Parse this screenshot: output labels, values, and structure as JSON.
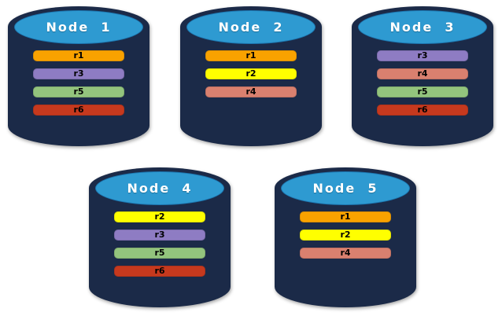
{
  "colors": {
    "background": "#ffffff",
    "cylinder_body": "#1B2A48",
    "cylinder_top": "#2E9AD1",
    "cylinder_top_outline": "#1C76B0",
    "node_label_text": "#FFFFFF",
    "replica_label_text": "#000000",
    "replica_fills": {
      "r1": "#F9A200",
      "r2": "#FFFF00",
      "r3": "#8E7CC3",
      "r4": "#D9806F",
      "r5": "#93C47D",
      "r6": "#C6391E"
    }
  },
  "nodes": [
    {
      "label": "Node  1",
      "replicas": [
        "r1",
        "r3",
        "r5",
        "r6"
      ]
    },
    {
      "label": "Node  2",
      "replicas": [
        "r1",
        "r2",
        "r4"
      ]
    },
    {
      "label": "Node  3",
      "replicas": [
        "r3",
        "r4",
        "r5",
        "r6"
      ]
    },
    {
      "label": "Node  4",
      "replicas": [
        "r2",
        "r3",
        "r5",
        "r6"
      ]
    },
    {
      "label": "Node  5",
      "replicas": [
        "r1",
        "r2",
        "r4"
      ]
    }
  ]
}
